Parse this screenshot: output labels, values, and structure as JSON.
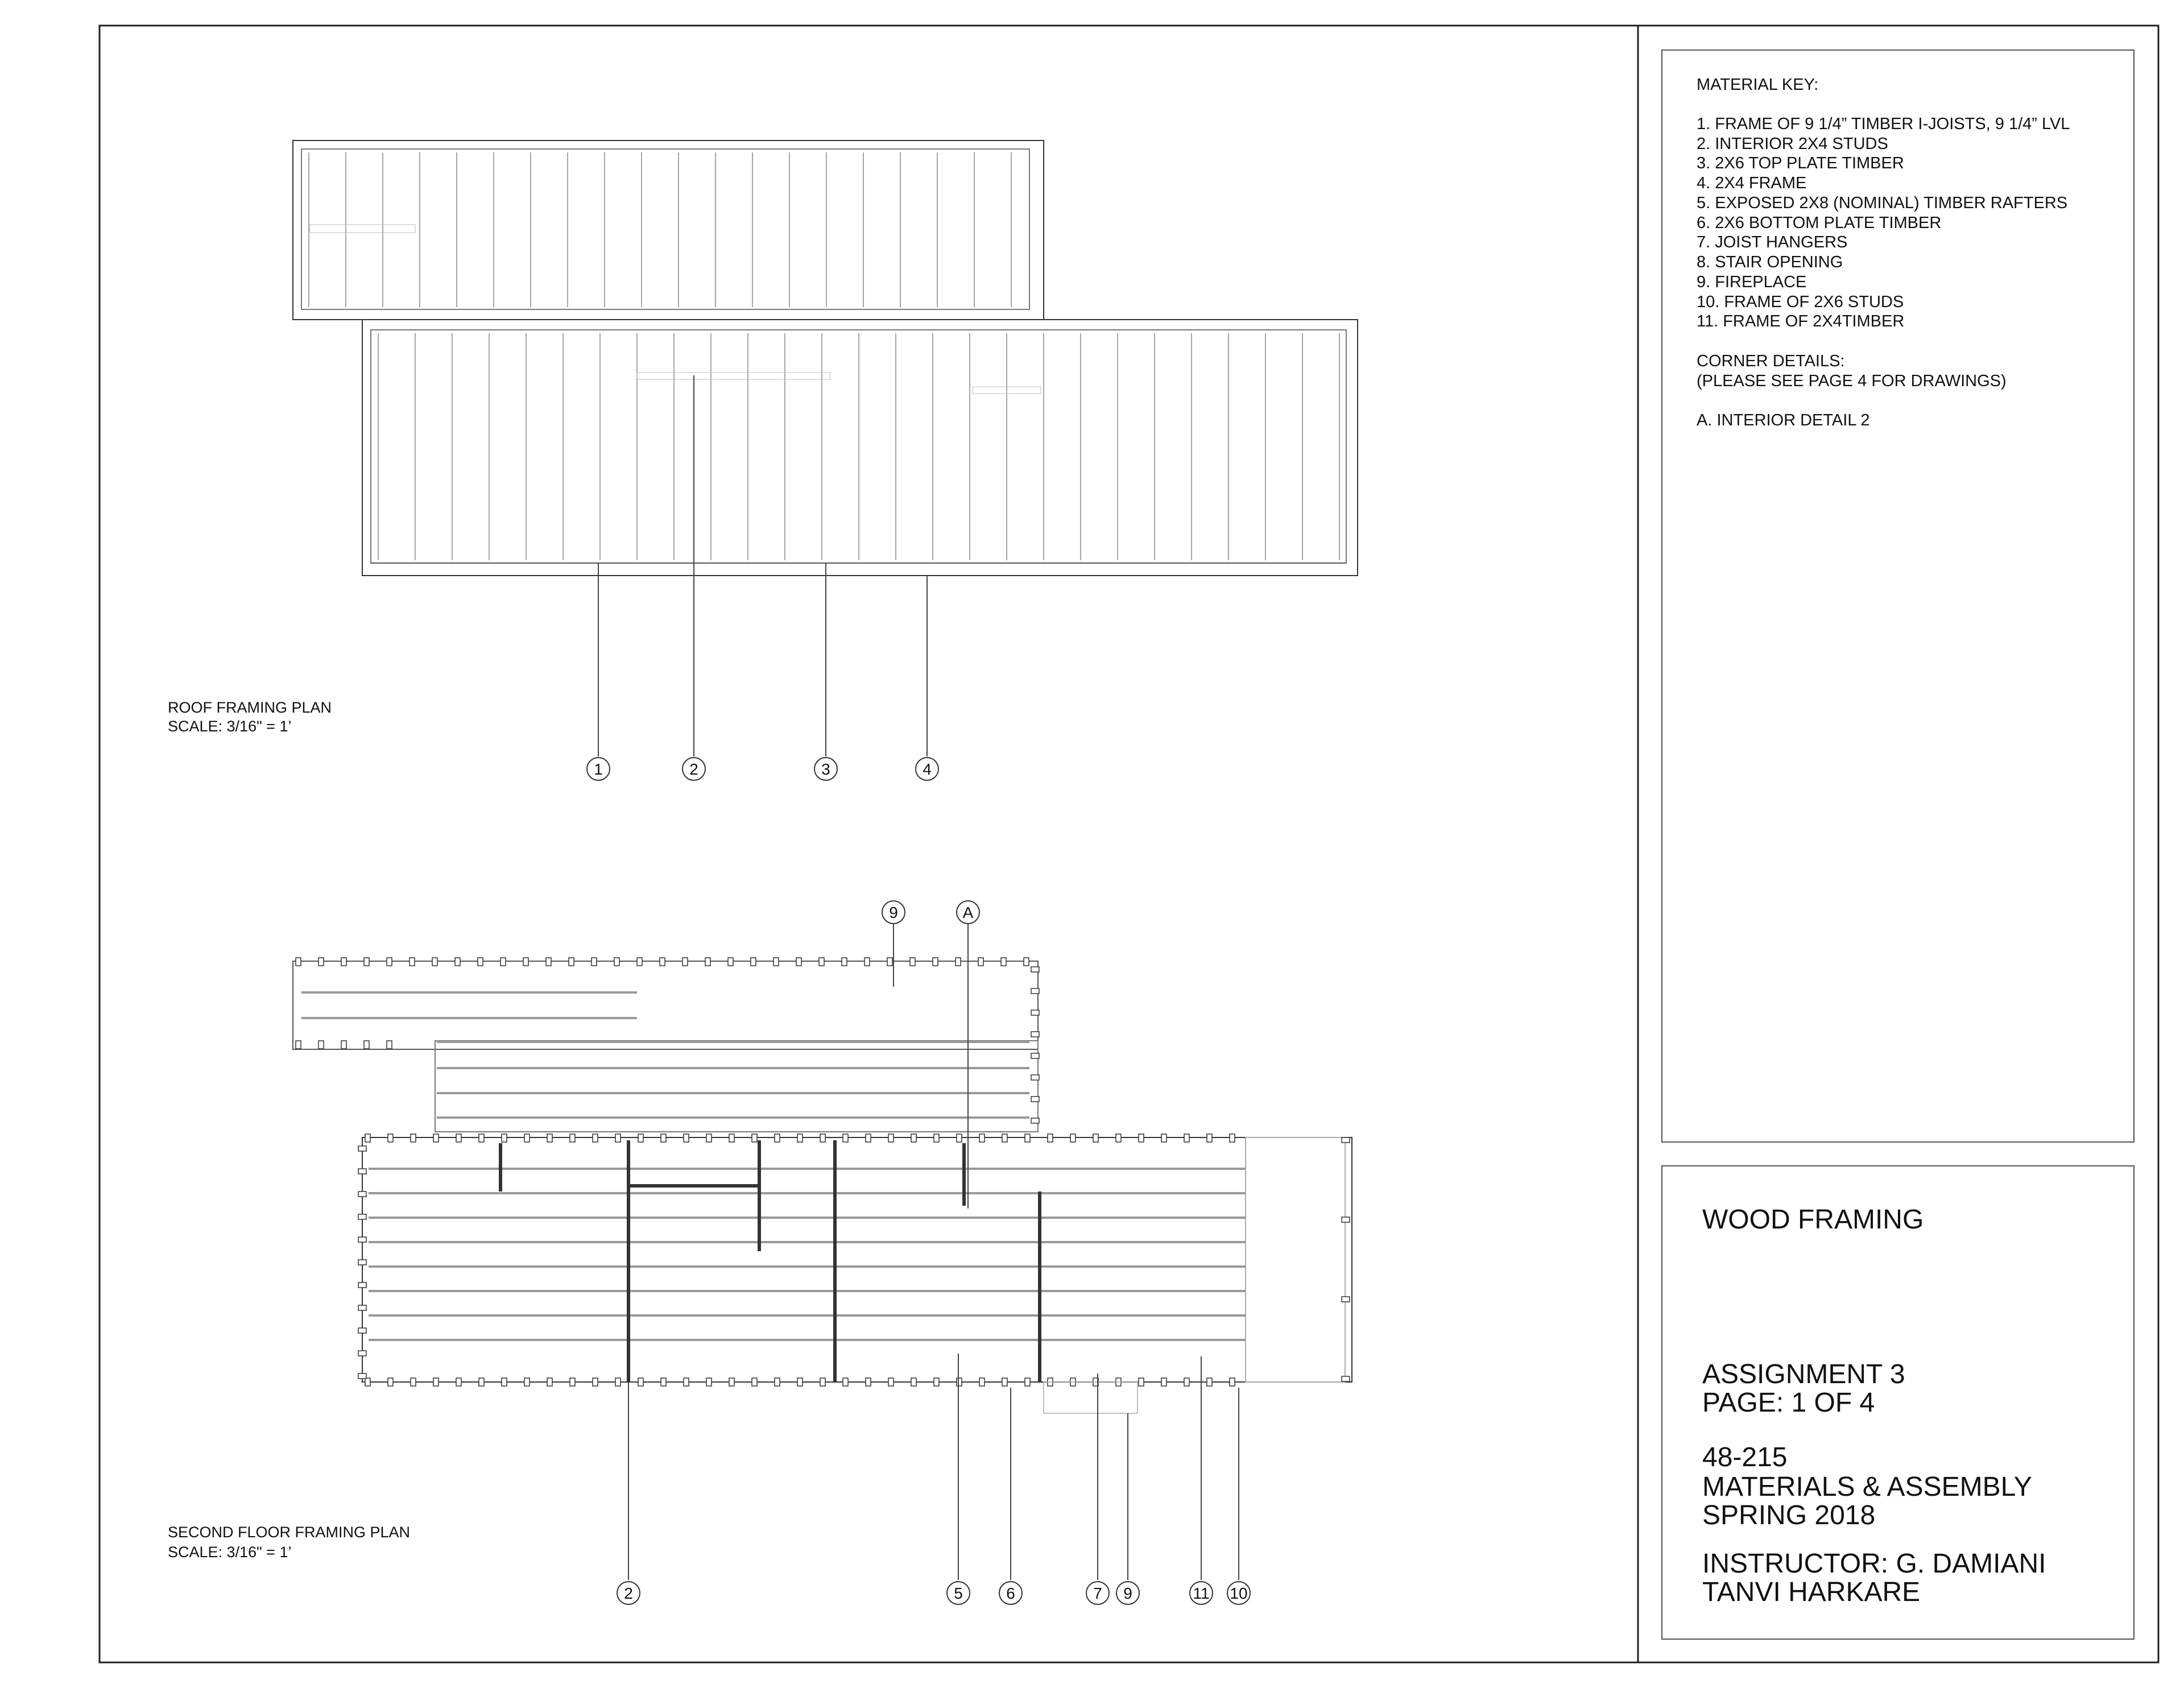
{
  "material_key": {
    "heading": "MATERIAL KEY:",
    "items": [
      "1. FRAME OF 9 1/4” TIMBER I-JOISTS, 9 1/4” LVL",
      "2. INTERIOR 2X4 STUDS",
      "3. 2X6 TOP PLATE TIMBER",
      "4. 2X4 FRAME",
      "5. EXPOSED 2X8 (NOMINAL) TIMBER RAFTERS",
      "6. 2X6 BOTTOM PLATE TIMBER",
      "7. JOIST HANGERS",
      "8. STAIR OPENING",
      "9. FIREPLACE",
      "10. FRAME OF 2X6 STUDS",
      "11. FRAME OF 2X4TIMBER"
    ],
    "corner_heading": "CORNER DETAILS:",
    "corner_note": "(PLEASE SEE PAGE 4 FOR DRAWINGS)",
    "detail": "A. INTERIOR DETAIL 2"
  },
  "title_block": {
    "title": "WOOD FRAMING",
    "assignment": "ASSIGNMENT 3",
    "page": "PAGE: 1 OF 4",
    "course_number": "48-215",
    "course_name": "MATERIALS & ASSEMBLY",
    "term": "SPRING  2018",
    "instructor": "INSTRUCTOR: G. DAMIANI",
    "student": "TANVI HARKARE"
  },
  "roof_plan": {
    "caption": "ROOF FRAMING PLAN",
    "scale": "SCALE: 3/16\" = 1’",
    "tags": [
      "1",
      "2",
      "3",
      "4"
    ]
  },
  "second_floor_plan": {
    "caption": "SECOND FLOOR FRAMING PLAN",
    "scale": "SCALE:  3/16\" = 1’",
    "top_tags": [
      "9",
      "A"
    ],
    "bottom_tags": [
      "2",
      "5",
      "6",
      "7",
      "9",
      "11",
      "10"
    ]
  }
}
